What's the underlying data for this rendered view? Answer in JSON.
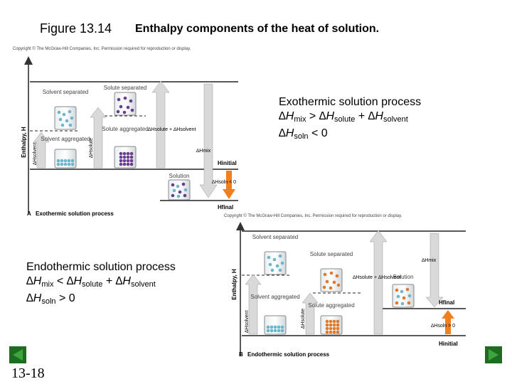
{
  "title": "Figure 13.14",
  "subtitle": "Enthalpy components of the heat of solution.",
  "copyright": "Copyright © The McGraw-Hill Companies, Inc. Permission required for reproduction or display.",
  "slide_number": "13-18",
  "exothermic": {
    "heading": "Exothermic solution process",
    "eq1": {
      "a": "∆H",
      "a_sub": "mix",
      "op": " > ",
      "b": "∆H",
      "b_sub": "solute",
      "plus": " + ",
      "c": "∆H",
      "c_sub": "solvent"
    },
    "eq2": {
      "a": "∆H",
      "a_sub": "soln",
      "rest": " < 0"
    },
    "panel_label_letter": "A",
    "panel_label": "Exothermic solution process",
    "y_axis": "Enthalpy, H",
    "solvent_separated": "Solvent separated",
    "solute_separated": "Solute separated",
    "solvent_aggregated": "Solvent aggregated",
    "solute_aggregated": "Solute aggregated",
    "solution": "Solution",
    "dh_solute_plus_solvent": "∆Hsolute + ∆Hsolvent",
    "dh_solvent": "∆Hsolvent",
    "dh_solute": "∆Hsolute",
    "dh_mix": "∆Hmix",
    "h_initial": "Hinitial",
    "h_final": "Hfinal",
    "dh_soln": "∆Hsoln < 0"
  },
  "endothermic": {
    "heading": "Endothermic solution process",
    "eq1": {
      "a": "∆H",
      "a_sub": "mix",
      "op": " < ",
      "b": "∆H",
      "b_sub": "solute",
      "plus": " + ",
      "c": "∆H",
      "c_sub": "solvent"
    },
    "eq2": {
      "a": "∆H",
      "a_sub": "soln",
      "rest": " > 0"
    },
    "panel_label_letter": "B",
    "panel_label": "Endothermic solution process",
    "y_axis": "Enthalpy, H",
    "solvent_separated": "Solvent separated",
    "solute_separated": "Solute separated",
    "solvent_aggregated": "Solvent aggregated",
    "solute_aggregated": "Solute aggregated",
    "solution": "Solution",
    "dh_solute_plus_solvent": "∆Hsolute + ∆Hsolvent",
    "dh_solvent": "∆Hsolvent",
    "dh_solute": "∆Hsolute",
    "dh_mix": "∆Hmix",
    "h_initial": "Hinitial",
    "h_final": "Hfinal",
    "dh_soln": "∆Hsoln > 0"
  },
  "colors": {
    "solvent_particle": "#6fb6c8",
    "solute_exo": "#6a3d8f",
    "solute_endo": "#e07a2a",
    "arrow_orange": "#f07f1e",
    "arrow_gray": "#cfcfcf",
    "nav_green": "#2e8b2e"
  },
  "icons": {
    "back": "back-triangle-icon",
    "forward": "forward-triangle-icon"
  }
}
